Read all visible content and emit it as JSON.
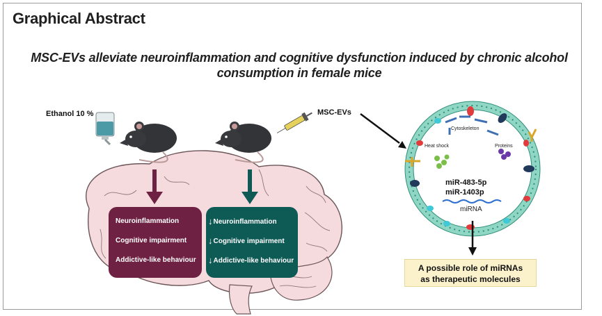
{
  "header": {
    "title": "Graphical Abstract",
    "subtitle_line1": "MSC-EVs alleviate neuroinflammation and cognitive dysfunction induced by chronic alcohol",
    "subtitle_line2": "consumption in female mice"
  },
  "labels": {
    "ethanol": "Ethanol 10 %",
    "msc_evs": "MSC-EVs"
  },
  "panels": {
    "alcohol": {
      "color": "#6e2142",
      "items": [
        "Neuroinflammation",
        "Cognitive impairment",
        "Addictive-like behaviour"
      ]
    },
    "treatment": {
      "color": "#0e5a55",
      "arrow_glyph": "↓",
      "items": [
        "Neuroinflammation",
        "Cognitive impairment",
        "Addictive-like behaviour"
      ]
    }
  },
  "vesicle": {
    "cytoskeleton": "Cytoskeleton",
    "heat_shock": "Heat shock",
    "proteins": "Proteins",
    "mirna_1": "miR-483-5p",
    "mirna_2": "miR-1403p",
    "mirna_label": "miRNA"
  },
  "conclusion": {
    "line1": "A possible role of miRNAs",
    "line2": "as therapeutic molecules"
  },
  "colors": {
    "brain": "#f5dade",
    "brain_outline": "#6b5558",
    "membrane": "#8fd6c4",
    "conclusion_bg": "#fbf2cc"
  }
}
